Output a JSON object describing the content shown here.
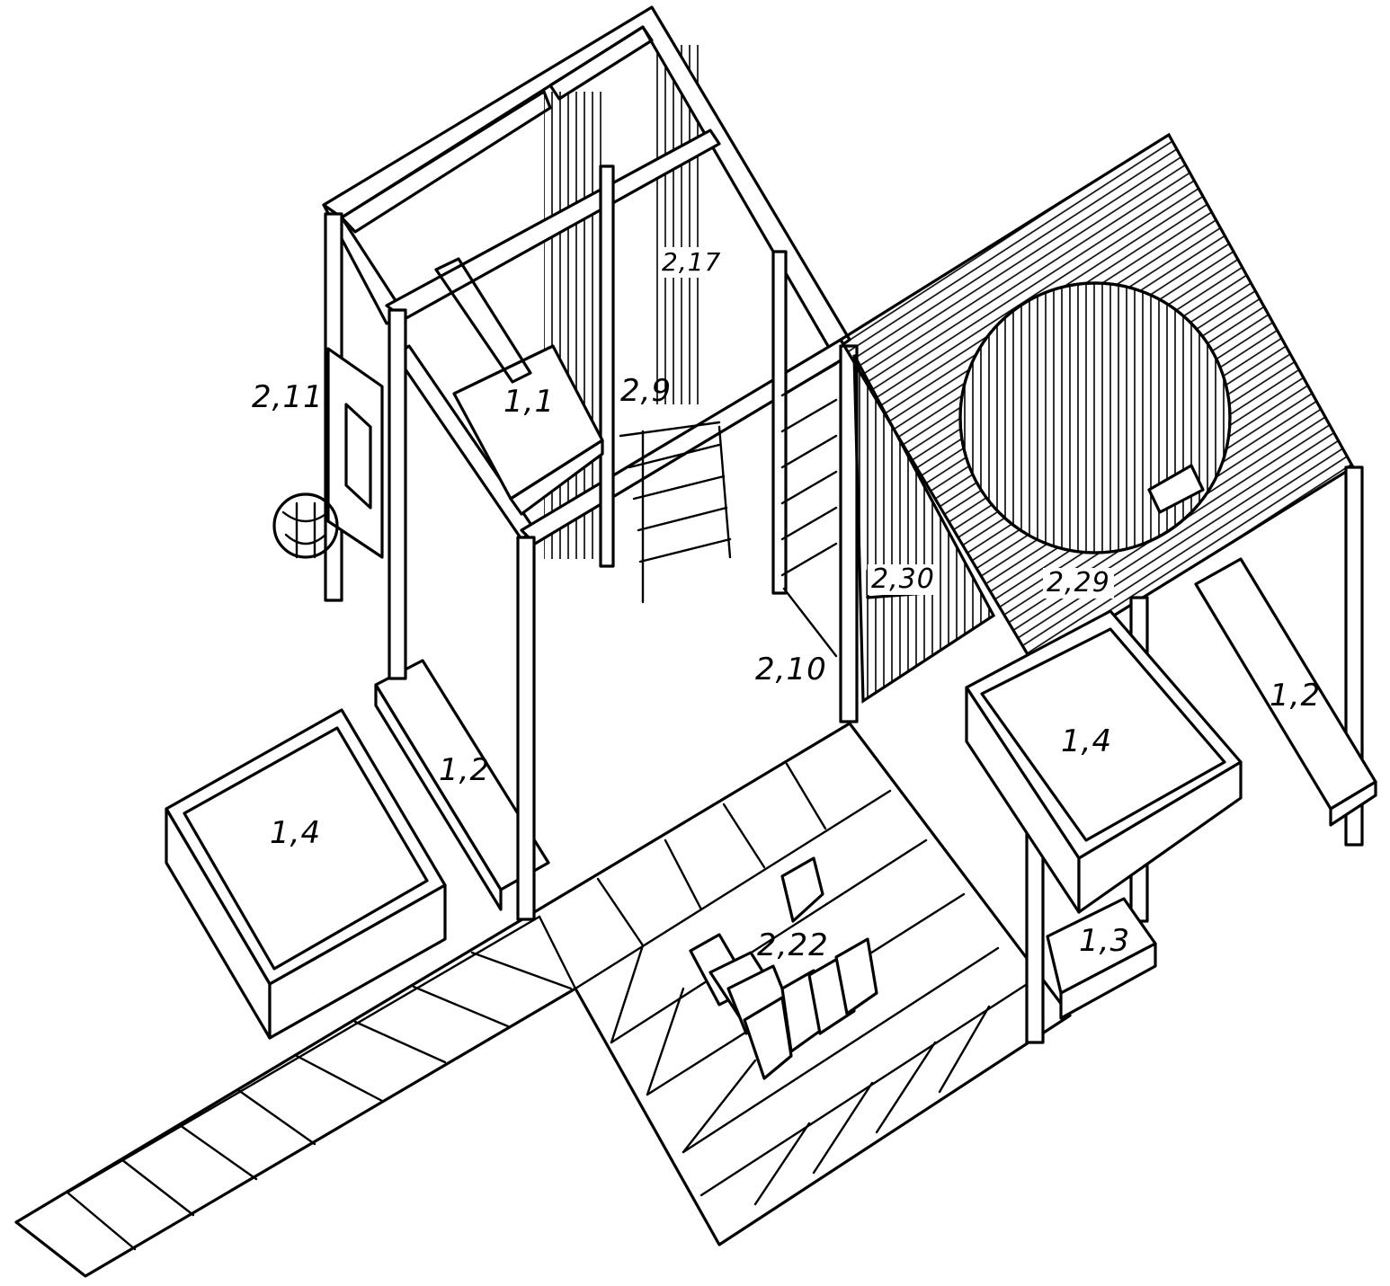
{
  "labels": {
    "l_2_11": "2,11",
    "l_1_1": "1,1",
    "l_2_9": "2,9",
    "l_2_17": "2,17",
    "l_2_30": "2,30",
    "l_2_29": "2,29",
    "l_2_10": "2,10",
    "l_1_2_left": "1,2",
    "l_1_4_left": "1,4",
    "l_2_22": "2,22",
    "l_1_4_right": "1,4",
    "l_1_2_right": "1,2",
    "l_1_3": "1,3"
  }
}
